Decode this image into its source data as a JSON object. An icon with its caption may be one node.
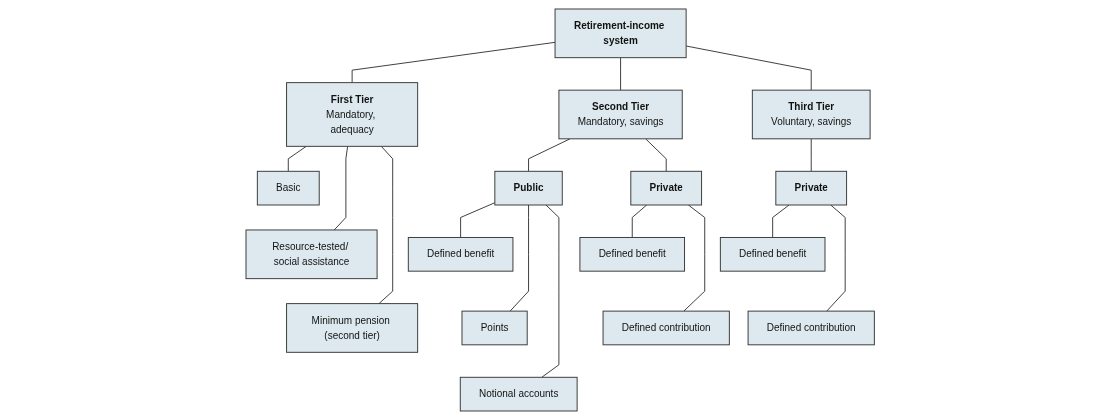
{
  "diagram": {
    "nodes": [
      {
        "text": [
          "Retirement-income system"
        ]
      },
      {
        "text": [
          "First Tier",
          "Mandatory, adequacy"
        ]
      },
      {
        "text": [
          "Second Tier",
          "Mandatory, savings"
        ]
      },
      {
        "text": [
          "Third Tier",
          "Voluntary, savings"
        ]
      },
      {
        "text": [
          "Basic"
        ]
      },
      {
        "text": [
          "Resource-tested/ social assistance"
        ]
      },
      {
        "text": [
          "Minimum pension (second tier)"
        ]
      },
      {
        "text": [
          "Public"
        ]
      },
      {
        "text": [
          "Private"
        ]
      },
      {
        "text": [
          "Defined benefit"
        ]
      },
      {
        "text": [
          "Points"
        ]
      },
      {
        "text": [
          "Notional accounts"
        ]
      },
      {
        "text": [
          "Defined benefit"
        ]
      },
      {
        "text": [
          "Defined contribution"
        ]
      },
      {
        "text": [
          "Private"
        ]
      },
      {
        "text": [
          "Defined benefit"
        ]
      },
      {
        "text": [
          "Defined contribution"
        ]
      }
    ],
    "edges": [
      {
        "from": 0,
        "to": 1,
        "arrow": "none"
      },
      {
        "from": 0,
        "to": 2,
        "arrow": "none"
      },
      {
        "from": 0,
        "to": 3,
        "arrow": "none"
      },
      {
        "from": 1,
        "to": 4,
        "arrow": "none"
      },
      {
        "from": 1,
        "to": 5,
        "arrow": "none"
      },
      {
        "from": 1,
        "to": 6,
        "arrow": "none"
      },
      {
        "from": 2,
        "to": 7,
        "arrow": "none"
      },
      {
        "from": 2,
        "to": 8,
        "arrow": "none"
      },
      {
        "from": 7,
        "to": 9,
        "arrow": "none"
      },
      {
        "from": 7,
        "to": 10,
        "arrow": "none"
      },
      {
        "from": 7,
        "to": 11,
        "arrow": "none"
      },
      {
        "from": 8,
        "to": 12,
        "arrow": "none"
      },
      {
        "from": 8,
        "to": 13,
        "arrow": "none"
      },
      {
        "from": 3,
        "to": 14,
        "arrow": "none"
      },
      {
        "from": 14,
        "to": 15,
        "arrow": "none"
      },
      {
        "from": 14,
        "to": 16,
        "arrow": "none"
      }
    ]
  }
}
